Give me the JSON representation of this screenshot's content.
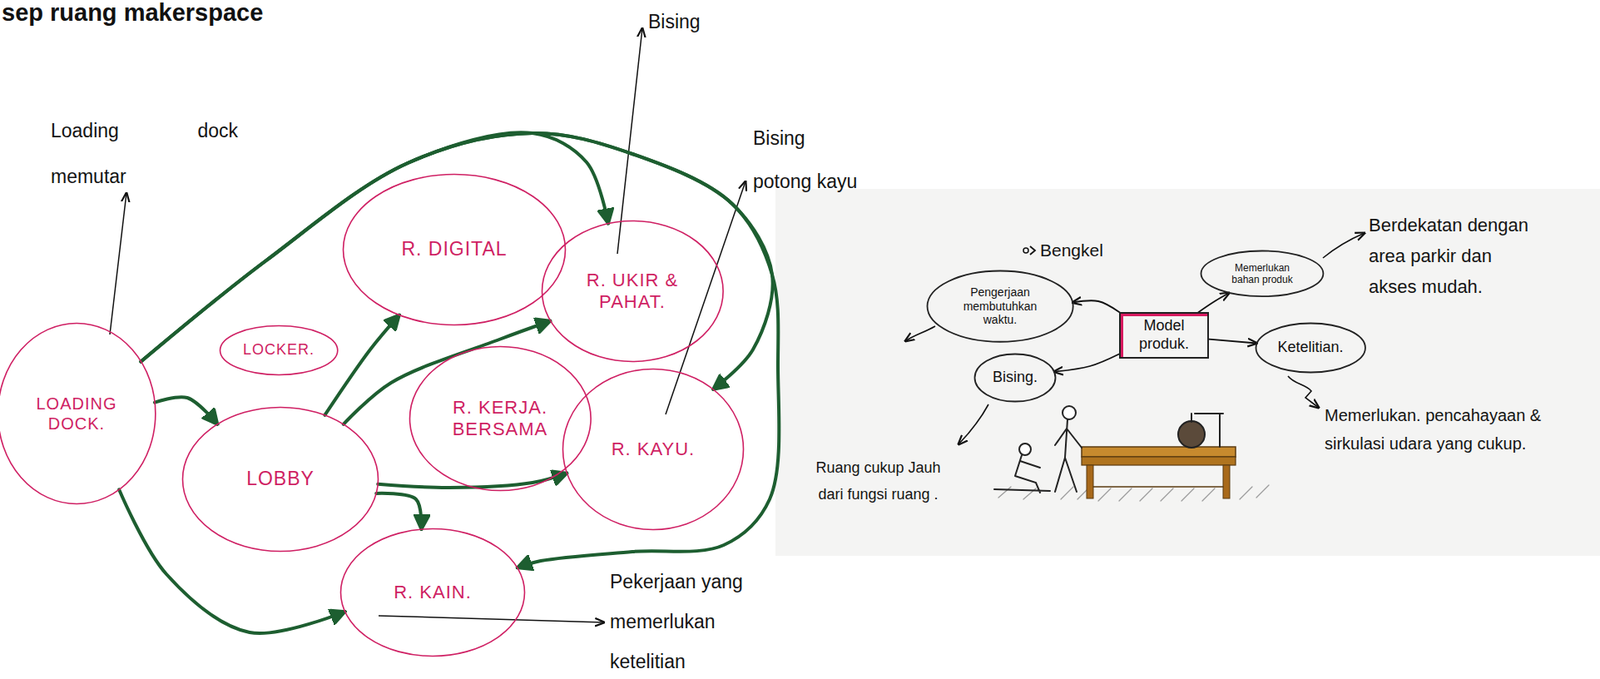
{
  "diagram": {
    "title": "sep ruang makerspace",
    "nodes": [
      {
        "text": [
          "LOADING DOCK."
        ]
      },
      {
        "text": [
          "R. DIGITAL"
        ]
      },
      {
        "text": [
          "LOCKER."
        ]
      },
      {
        "text": [
          "R. UKIR & PAHAT."
        ]
      },
      {
        "text": [
          "R. KERJA. BERSAMA"
        ]
      },
      {
        "text": [
          "LOBBY"
        ]
      },
      {
        "text": [
          "R. KAYU."
        ]
      },
      {
        "text": [
          "R. KAIN."
        ]
      },
      {
        "text": [
          "Memerlukan bahan produk"
        ]
      },
      {
        "text": [
          "Pengerjaan membutuhkan waktu."
        ]
      },
      {
        "text": [
          "Model produk."
        ]
      },
      {
        "text": [
          "Ketelitian."
        ]
      },
      {
        "text": [
          "Bising."
        ]
      }
    ],
    "edges": [
      {
        "from": 0,
        "to": 5,
        "arrow": "to"
      },
      {
        "from": 0,
        "to": 7,
        "arrow": "to"
      },
      {
        "from": 0,
        "to": 3,
        "arrow": "to"
      },
      {
        "from": 0,
        "to": 6,
        "arrow": "to"
      },
      {
        "from": 0,
        "to": 7,
        "arrow": "to"
      },
      {
        "from": 5,
        "to": 1,
        "arrow": "to"
      },
      {
        "from": 5,
        "to": 3,
        "arrow": "to"
      },
      {
        "from": 5,
        "to": 6,
        "arrow": "to"
      },
      {
        "from": 5,
        "to": 7,
        "arrow": "to"
      },
      {
        "from": 10,
        "to": 9,
        "arrow": "to"
      },
      {
        "from": 10,
        "to": 12,
        "arrow": "to"
      },
      {
        "from": 10,
        "to": 8,
        "arrow": "to"
      },
      {
        "from": 10,
        "to": 11,
        "arrow": "to"
      }
    ],
    "labels": [
      "Loading dock memutar",
      "Bising",
      "Bising potong kayu",
      "Pekerjaan yang memerlukan ketelitian",
      "Bengkel",
      "Berdekatan dengan area parkir dan akses mudah.",
      "Memerlukan. pencahayaan & sirkulasi udara yang cukup.",
      "Ruang cukup Jauh dari fungsi ruang ."
    ]
  }
}
